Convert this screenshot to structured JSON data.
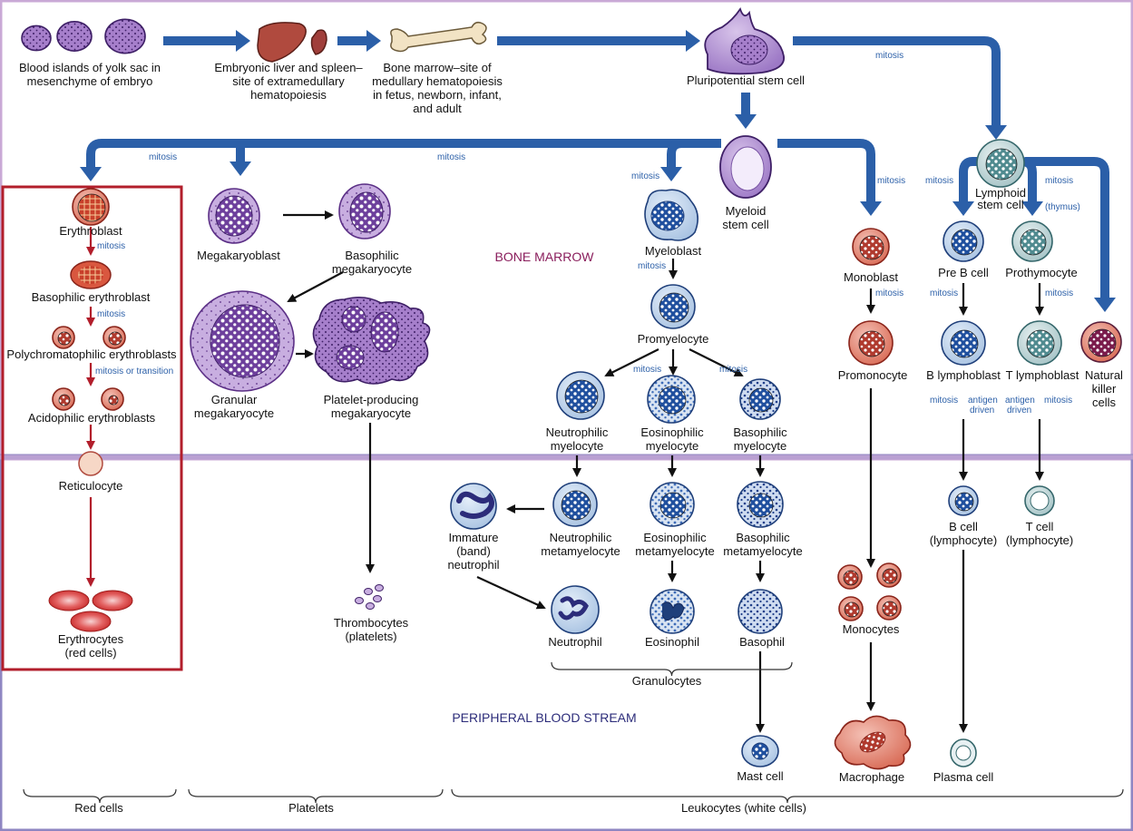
{
  "regions": {
    "bone_marrow": "BONE MARROW",
    "peripheral": "PERIPHERAL BLOOD STREAM"
  },
  "colors": {
    "arrow_blue": "#2b5fa8",
    "red_box": "#b21e2b",
    "marrow_band": "#c9a9d6",
    "blood_band": "#8f86c2",
    "label_blue": "#2b5fa8",
    "section_purple": "#8a1e5c",
    "section_navy": "#2c2c7a"
  },
  "labels": {
    "yolk": [
      "Blood islands of yolk sac in",
      "mesenchyme of embryo"
    ],
    "liver": [
      "Embryonic liver and spleen–",
      "site of extramedullary",
      "hematopoiesis"
    ],
    "bone": [
      "Bone marrow–site of",
      "medullary hematopoiesis",
      "in fetus, newborn, infant,",
      "and adult"
    ],
    "pluri": [
      "Pluripotential stem cell"
    ],
    "myeloid_stem": [
      "Myeloid",
      "stem cell"
    ],
    "lymphoid_stem": [
      "Lymphoid",
      "stem cell"
    ],
    "erythroblast": [
      "Erythroblast"
    ],
    "baso_ery": [
      "Basophilic erythroblast"
    ],
    "poly_ery": [
      "Polychromatophilic erythroblasts"
    ],
    "acido_ery": [
      "Acidophilic erythroblasts"
    ],
    "reticulocyte": [
      "Reticulocyte"
    ],
    "erythrocytes": [
      "Erythrocytes",
      "(red cells)"
    ],
    "megakaryoblast": [
      "Megakaryoblast"
    ],
    "baso_mega": [
      "Basophilic",
      "megakaryocyte"
    ],
    "gran_mega": [
      "Granular",
      "megakaryocyte"
    ],
    "platelet_mega": [
      "Platelet-producing",
      "megakaryocyte"
    ],
    "thrombocytes": [
      "Thrombocytes",
      "(platelets)"
    ],
    "myeloblast": [
      "Myeloblast"
    ],
    "promyelocyte": [
      "Promyelocyte"
    ],
    "neut_myelo": [
      "Neutrophilic",
      "myelocyte"
    ],
    "eos_myelo": [
      "Eosinophilic",
      "myelocyte"
    ],
    "baso_myelo": [
      "Basophilic",
      "myelocyte"
    ],
    "neut_meta": [
      "Neutrophilic",
      "metamyelocyte"
    ],
    "eos_meta": [
      "Eosinophilic",
      "metamyelocyte"
    ],
    "baso_meta": [
      "Basophilic",
      "metamyelocyte"
    ],
    "band": [
      "Immature",
      "(band)",
      "neutrophil"
    ],
    "neutrophil": [
      "Neutrophil"
    ],
    "eosinophil": [
      "Eosinophil"
    ],
    "basophil": [
      "Basophil"
    ],
    "granulocytes": [
      "Granulocytes"
    ],
    "mast": [
      "Mast cell"
    ],
    "monoblast": [
      "Monoblast"
    ],
    "promonocyte": [
      "Promonocyte"
    ],
    "monocytes": [
      "Monocytes"
    ],
    "macrophage": [
      "Macrophage"
    ],
    "pre_b": [
      "Pre B cell"
    ],
    "prothymocyte": [
      "Prothymocyte"
    ],
    "b_lympho": [
      "B lymphoblast"
    ],
    "t_lympho": [
      "T lymphoblast"
    ],
    "nk": [
      "Natural",
      "killer",
      "cells"
    ],
    "b_cell": [
      "B cell",
      "(lymphocyte)"
    ],
    "t_cell": [
      "T cell",
      "(lymphocyte)"
    ],
    "plasma": [
      "Plasma cell"
    ],
    "bottom_red": [
      "Red cells"
    ],
    "bottom_platelets": [
      "Platelets"
    ],
    "bottom_leuko": [
      "Leukocytes (white cells)"
    ]
  },
  "annotations": {
    "mitosis": "mitosis",
    "mitosis_or_transition": "mitosis or transition",
    "thymus": "(thymus)",
    "antigen_driven": [
      "antigen",
      "driven"
    ]
  }
}
